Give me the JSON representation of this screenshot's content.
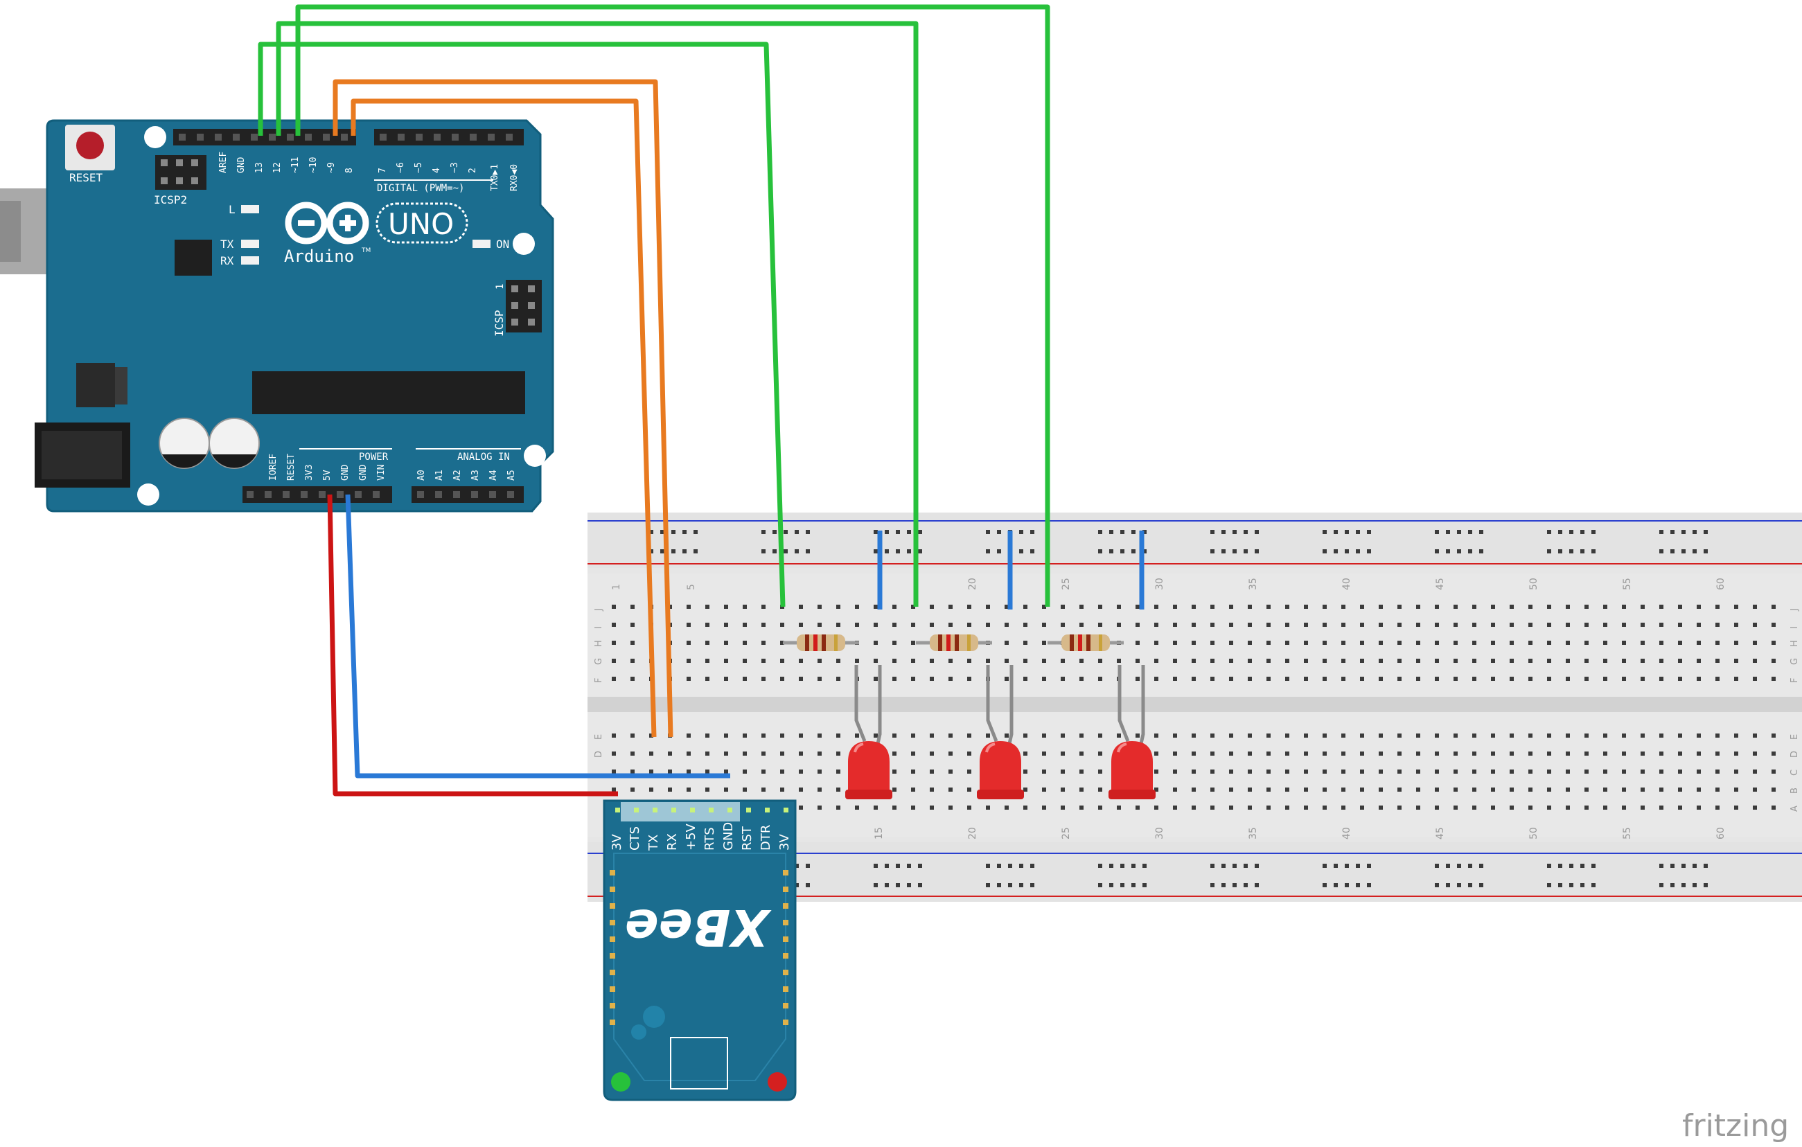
{
  "colors": {
    "board": "#1b6d8f",
    "board_edge": "#125e7c",
    "breadboard": "#e4e4e4",
    "breadboard_mid": "#d2d2d2",
    "wire_green": "#27c13b",
    "wire_orange": "#e87a20",
    "wire_red": "#cc1414",
    "wire_blue": "#2a79d6",
    "rail_red": "#d42020",
    "rail_blue": "#2a3fcf",
    "led_red": "#e42b2b",
    "hole": "#3b3b3b",
    "hole_active": "#27c13b",
    "xbee": "#1b6d8f"
  },
  "arduino": {
    "reset_label": "RESET",
    "icsp2_label": "ICSP2",
    "icsp_label": "ICSP",
    "icsp_pin1": "1",
    "led_l": "L",
    "led_tx": "TX",
    "led_rx": "RX",
    "led_on": "ON",
    "logo_uno": "UNO",
    "logo_name": "Arduino",
    "logo_tm": "TM",
    "digital_title": "DIGITAL (PWM=~)",
    "top_pins": [
      "AREF",
      "GND",
      "13",
      "12",
      "~11",
      "~10",
      "~9",
      "8",
      "7",
      "~6",
      "~5",
      "4",
      "~3",
      "2",
      "TX0▶1",
      "RX0◀0"
    ],
    "power_title": "POWER",
    "analog_title": "ANALOG IN",
    "power_pins": [
      "IOREF",
      "RESET",
      "3V3",
      "5V",
      "GND",
      "GND",
      "VIN"
    ],
    "analog_pins": [
      "A0",
      "A1",
      "A2",
      "A3",
      "A4",
      "A5"
    ]
  },
  "breadboard": {
    "top_cols": [
      "1",
      "5",
      "20",
      "25",
      "30",
      "35",
      "40",
      "45",
      "50",
      "55",
      "60"
    ],
    "bottom_cols": [
      "15",
      "20",
      "25",
      "30",
      "35",
      "40",
      "45",
      "50",
      "55",
      "60"
    ],
    "row_labels_top": [
      "J",
      "I",
      "H",
      "G",
      "F"
    ],
    "row_labels_bottom": [
      "E",
      "D",
      "C",
      "B",
      "A"
    ]
  },
  "xbee": {
    "logo": "XBee",
    "pins": [
      "3V",
      "CTS",
      "TX",
      "RX",
      "+5V",
      "RTS",
      "GND",
      "RST",
      "DTR",
      "3V"
    ]
  },
  "watermark": "fritzing"
}
